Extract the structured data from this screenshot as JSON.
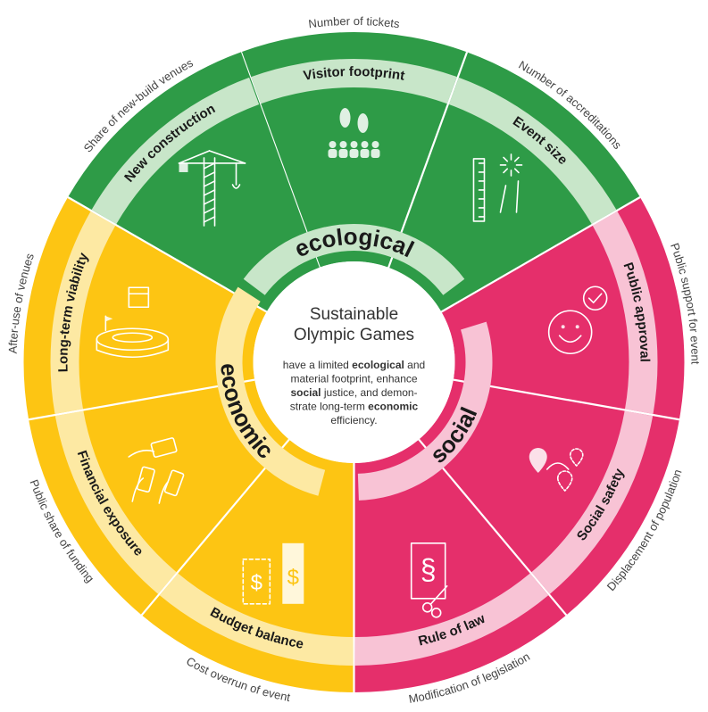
{
  "center": {
    "title_line1": "Sustainable",
    "title_line2": "Olympic Games",
    "body_lines": [
      [
        {
          "t": "have a limited "
        },
        {
          "t": "ecological",
          "b": true
        },
        {
          "t": " and"
        }
      ],
      [
        {
          "t": "material footprint, enhance"
        }
      ],
      [
        {
          "t": "social",
          "b": true
        },
        {
          "t": " justice, and demon-"
        }
      ],
      [
        {
          "t": "strate long-term "
        },
        {
          "t": "economic",
          "b": true
        }
      ],
      [
        {
          "t": "efficiency."
        }
      ]
    ]
  },
  "colors": {
    "ecological_main": "#2e9b47",
    "ecological_light": "#c8e6c9",
    "social_main": "#e52f6b",
    "social_light": "#f8c3d5",
    "economic_main": "#fdc513",
    "economic_light": "#fde9a3"
  },
  "dimensions": [
    {
      "key": "ecological",
      "label": "ecological"
    },
    {
      "key": "social",
      "label": "social"
    },
    {
      "key": "economic",
      "label": "economic"
    }
  ],
  "indicators": [
    {
      "name": "Visitor footprint",
      "measure": "Number of tickets",
      "dimension": "ecological",
      "icon": "footprints-people-icon"
    },
    {
      "name": "Event size",
      "measure": "Number of accreditations",
      "dimension": "ecological",
      "icon": "ruler-fireworks-icon"
    },
    {
      "name": "Public approval",
      "measure": "Public support for event",
      "dimension": "social",
      "icon": "smiling-face-check-icon"
    },
    {
      "name": "Social safety",
      "measure": "Displacement of population",
      "dimension": "social",
      "icon": "location-pins-icon"
    },
    {
      "name": "Rule of law",
      "measure": "Modification of legislation",
      "dimension": "social",
      "icon": "document-scissors-icon"
    },
    {
      "name": "Budget balance",
      "measure": "Cost overrun of event",
      "dimension": "economic",
      "icon": "dollar-bars-icon"
    },
    {
      "name": "Financial exposure",
      "measure": "Public share of funding",
      "dimension": "economic",
      "icon": "hands-money-icon"
    },
    {
      "name": "Long-term viability",
      "measure": "After-use of venues",
      "dimension": "economic",
      "icon": "stadium-calendar-icon"
    },
    {
      "name": "New construction",
      "measure": "Share of new-build venues",
      "dimension": "ecological",
      "icon": "crane-icon"
    }
  ]
}
